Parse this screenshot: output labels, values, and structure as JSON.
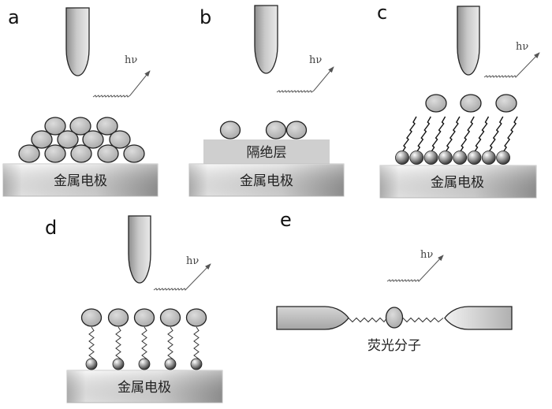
{
  "figure": {
    "panels": [
      {
        "id": "a",
        "label": "a",
        "photon": "hν",
        "electrode": "金属电极",
        "description": "tip above stacked molecules on metal electrode"
      },
      {
        "id": "b",
        "label": "b",
        "photon": "hν",
        "electrode": "金属电极",
        "insulator": "隔绝层",
        "description": "tip above molecules on insulating layer"
      },
      {
        "id": "c",
        "label": "c",
        "photon": "hν",
        "electrode": "金属电极",
        "description": "molecules lifted by tilted alkyl chain spacers"
      },
      {
        "id": "d",
        "label": "d",
        "photon": "hν",
        "electrode": "金属电极",
        "description": "molecules tethered by wavy linkers to anchor beads"
      },
      {
        "id": "e",
        "label": "e",
        "photon": "hν",
        "molecule": "荧光分子",
        "description": "fluorescent molecule bridged between two electrodes"
      }
    ],
    "colors": {
      "molecule_fill": "#b8b8b8",
      "electrode_light": "#f2f2f2",
      "electrode_dark": "#9a9a9a",
      "insulator": "#cfcfcf",
      "outline": "#222222",
      "photon_wave": "#555555"
    }
  }
}
